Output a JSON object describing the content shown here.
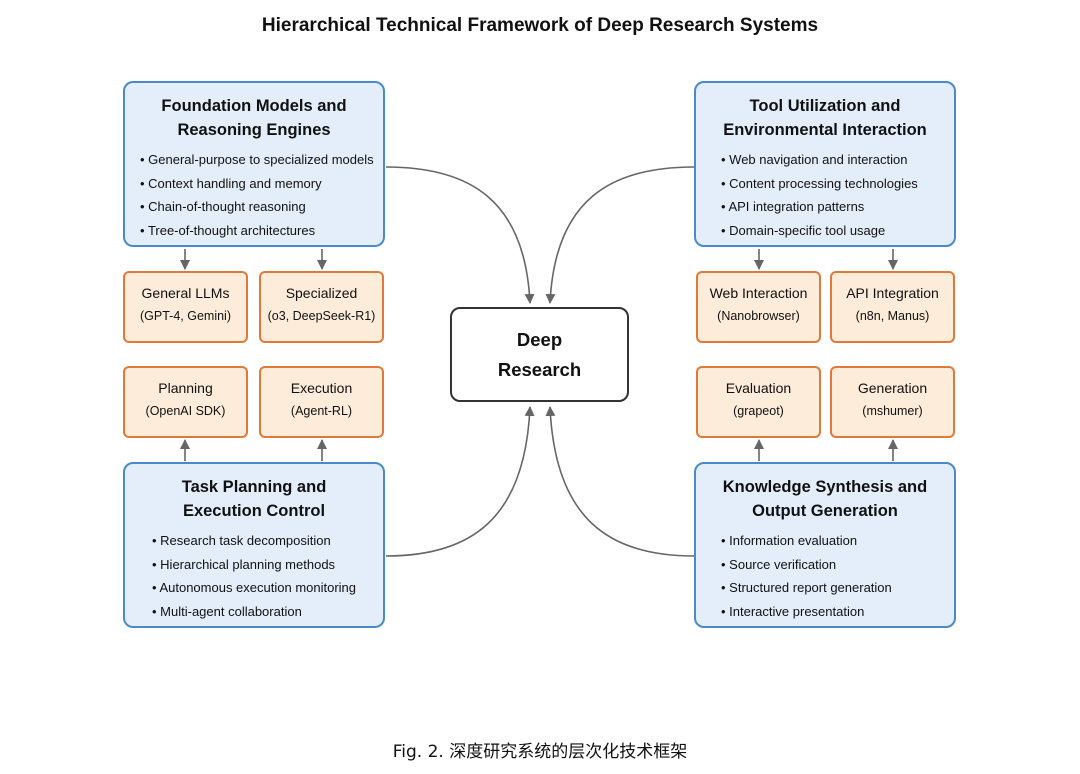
{
  "title": "Hierarchical Technical Framework of Deep Research Systems",
  "center": {
    "line1": "Deep",
    "line2": "Research"
  },
  "quadrants": {
    "foundation": {
      "title_line1": "Foundation Models and",
      "title_line2": "Reasoning Engines",
      "bullets": [
        "General-purpose to specialized models",
        "Context handling and memory",
        "Chain-of-thought reasoning",
        "Tree-of-thought architectures"
      ],
      "subs": [
        {
          "label": "General LLMs",
          "detail": "(GPT-4, Gemini)"
        },
        {
          "label": "Specialized",
          "detail": "(o3, DeepSeek-R1)"
        }
      ]
    },
    "tools": {
      "title_line1": "Tool Utilization and",
      "title_line2": "Environmental Interaction",
      "bullets": [
        "Web navigation and interaction",
        "Content processing technologies",
        "API integration patterns",
        "Domain-specific tool usage"
      ],
      "subs": [
        {
          "label": "Web Interaction",
          "detail": "(Nanobrowser)"
        },
        {
          "label": "API Integration",
          "detail": "(n8n, Manus)"
        }
      ]
    },
    "planning": {
      "title_line1": "Task Planning and",
      "title_line2": "Execution Control",
      "bullets": [
        "Research task decomposition",
        "Hierarchical planning methods",
        "Autonomous execution monitoring",
        "Multi-agent collaboration"
      ],
      "subs": [
        {
          "label": "Planning",
          "detail": "(OpenAI SDK)"
        },
        {
          "label": "Execution",
          "detail": "(Agent-RL)"
        }
      ]
    },
    "knowledge": {
      "title_line1": "Knowledge Synthesis and",
      "title_line2": "Output Generation",
      "bullets": [
        "Information evaluation",
        "Source verification",
        "Structured report generation",
        "Interactive presentation"
      ],
      "subs": [
        {
          "label": "Evaluation",
          "detail": "(grapeot)"
        },
        {
          "label": "Generation",
          "detail": "(mshumer)"
        }
      ]
    }
  },
  "caption": "Fig. 2. 深度研究系统的层次化技术框架",
  "colors": {
    "main_fill": "#e3eefa",
    "main_border": "#4a8ac8",
    "sub_fill": "#fcecd9",
    "sub_border": "#e07a3a",
    "arrow": "#666666"
  }
}
